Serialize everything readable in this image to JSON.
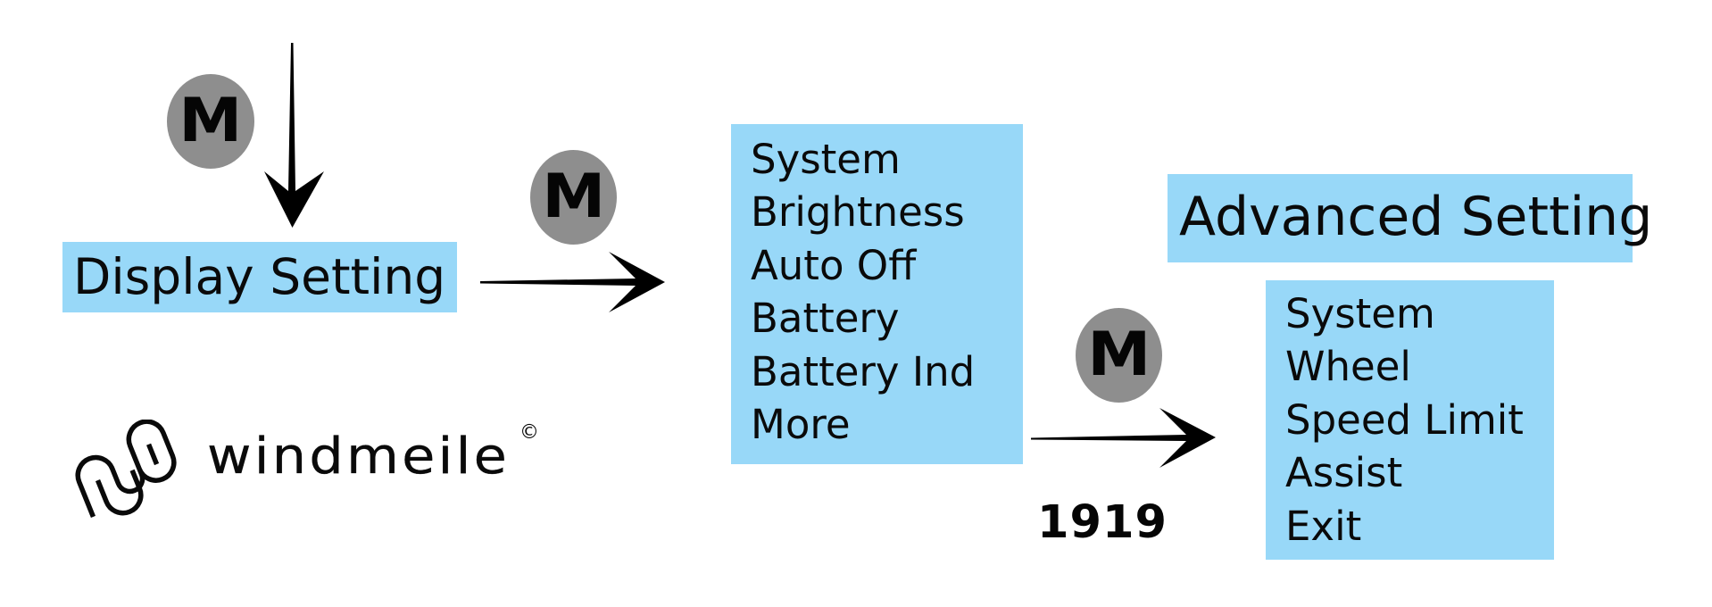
{
  "diagram": {
    "start": {
      "label": "Display Setting"
    },
    "button_label": "M",
    "display_menu": {
      "items": [
        "System",
        "Brightness",
        "Auto Off",
        "Battery",
        "Battery Ind",
        "More"
      ]
    },
    "advanced": {
      "title": "Advanced Setting",
      "items": [
        "System",
        "Wheel",
        "Speed Limit",
        "Assist",
        "Exit"
      ]
    },
    "model_number": "1919"
  },
  "logo": {
    "wordmark": "windmeile",
    "copyright_symbol": "©"
  },
  "colors": {
    "menu_box": "#98d8f8",
    "button": "#8e8e8e",
    "arrow": "#000000"
  },
  "icons": {
    "button": "m-button-icon",
    "arrow": "arrow-icon",
    "logo_mark": "windmeile-logo-icon"
  }
}
